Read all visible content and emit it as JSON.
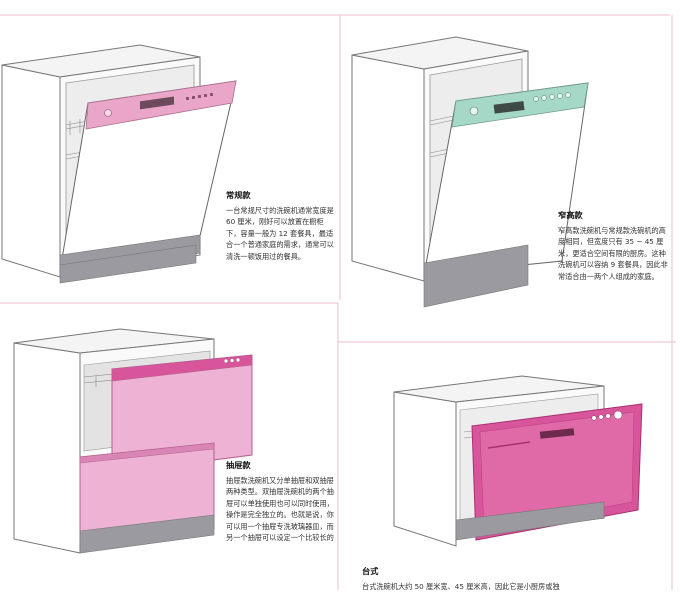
{
  "sections": {
    "regular": {
      "title": "常规款",
      "body": "一台常规尺寸的洗碗机通常宽度是 60 厘米，刚好可以放置在橱柜下，容量一般为 12 套餐具，最适合一个普通家庭的需求，通常可以清洗一顿饭用过的餐具。"
    },
    "narrow": {
      "title": "窄高款",
      "body": "窄高款洗碗机与常规款洗碗机的高度相同，但宽度只有 35 ~ 45 厘米，更适合空间有限的厨房。这种洗碗机可以容纳 9 套餐具，因此非常适合由一两个人组成的家庭。"
    },
    "drawer": {
      "title": "抽屉款",
      "body": "抽屉款洗碗机又分单抽屉和双抽屉两种类型。双抽屉洗碗机的两个抽屉可以单独使用也可以同时使用，操作是完全独立的。也就是说，你可以用一个抽屉专洗玻璃器皿，而另一个抽屉可以设定一个比较长的"
    },
    "countertop": {
      "title": "台式",
      "body": "台式洗碗机大约 50 厘米宽、45 厘米高，因此它是小厨房或独"
    }
  },
  "colors": {
    "panel_border": "#e6b3c4",
    "pink_panel": "#e9a6c8",
    "mint_panel": "#a6d8c8",
    "drawer_pink": "#eeb3d4",
    "counter_magenta": "#d9559b",
    "plinth": "#9a9aa0"
  }
}
